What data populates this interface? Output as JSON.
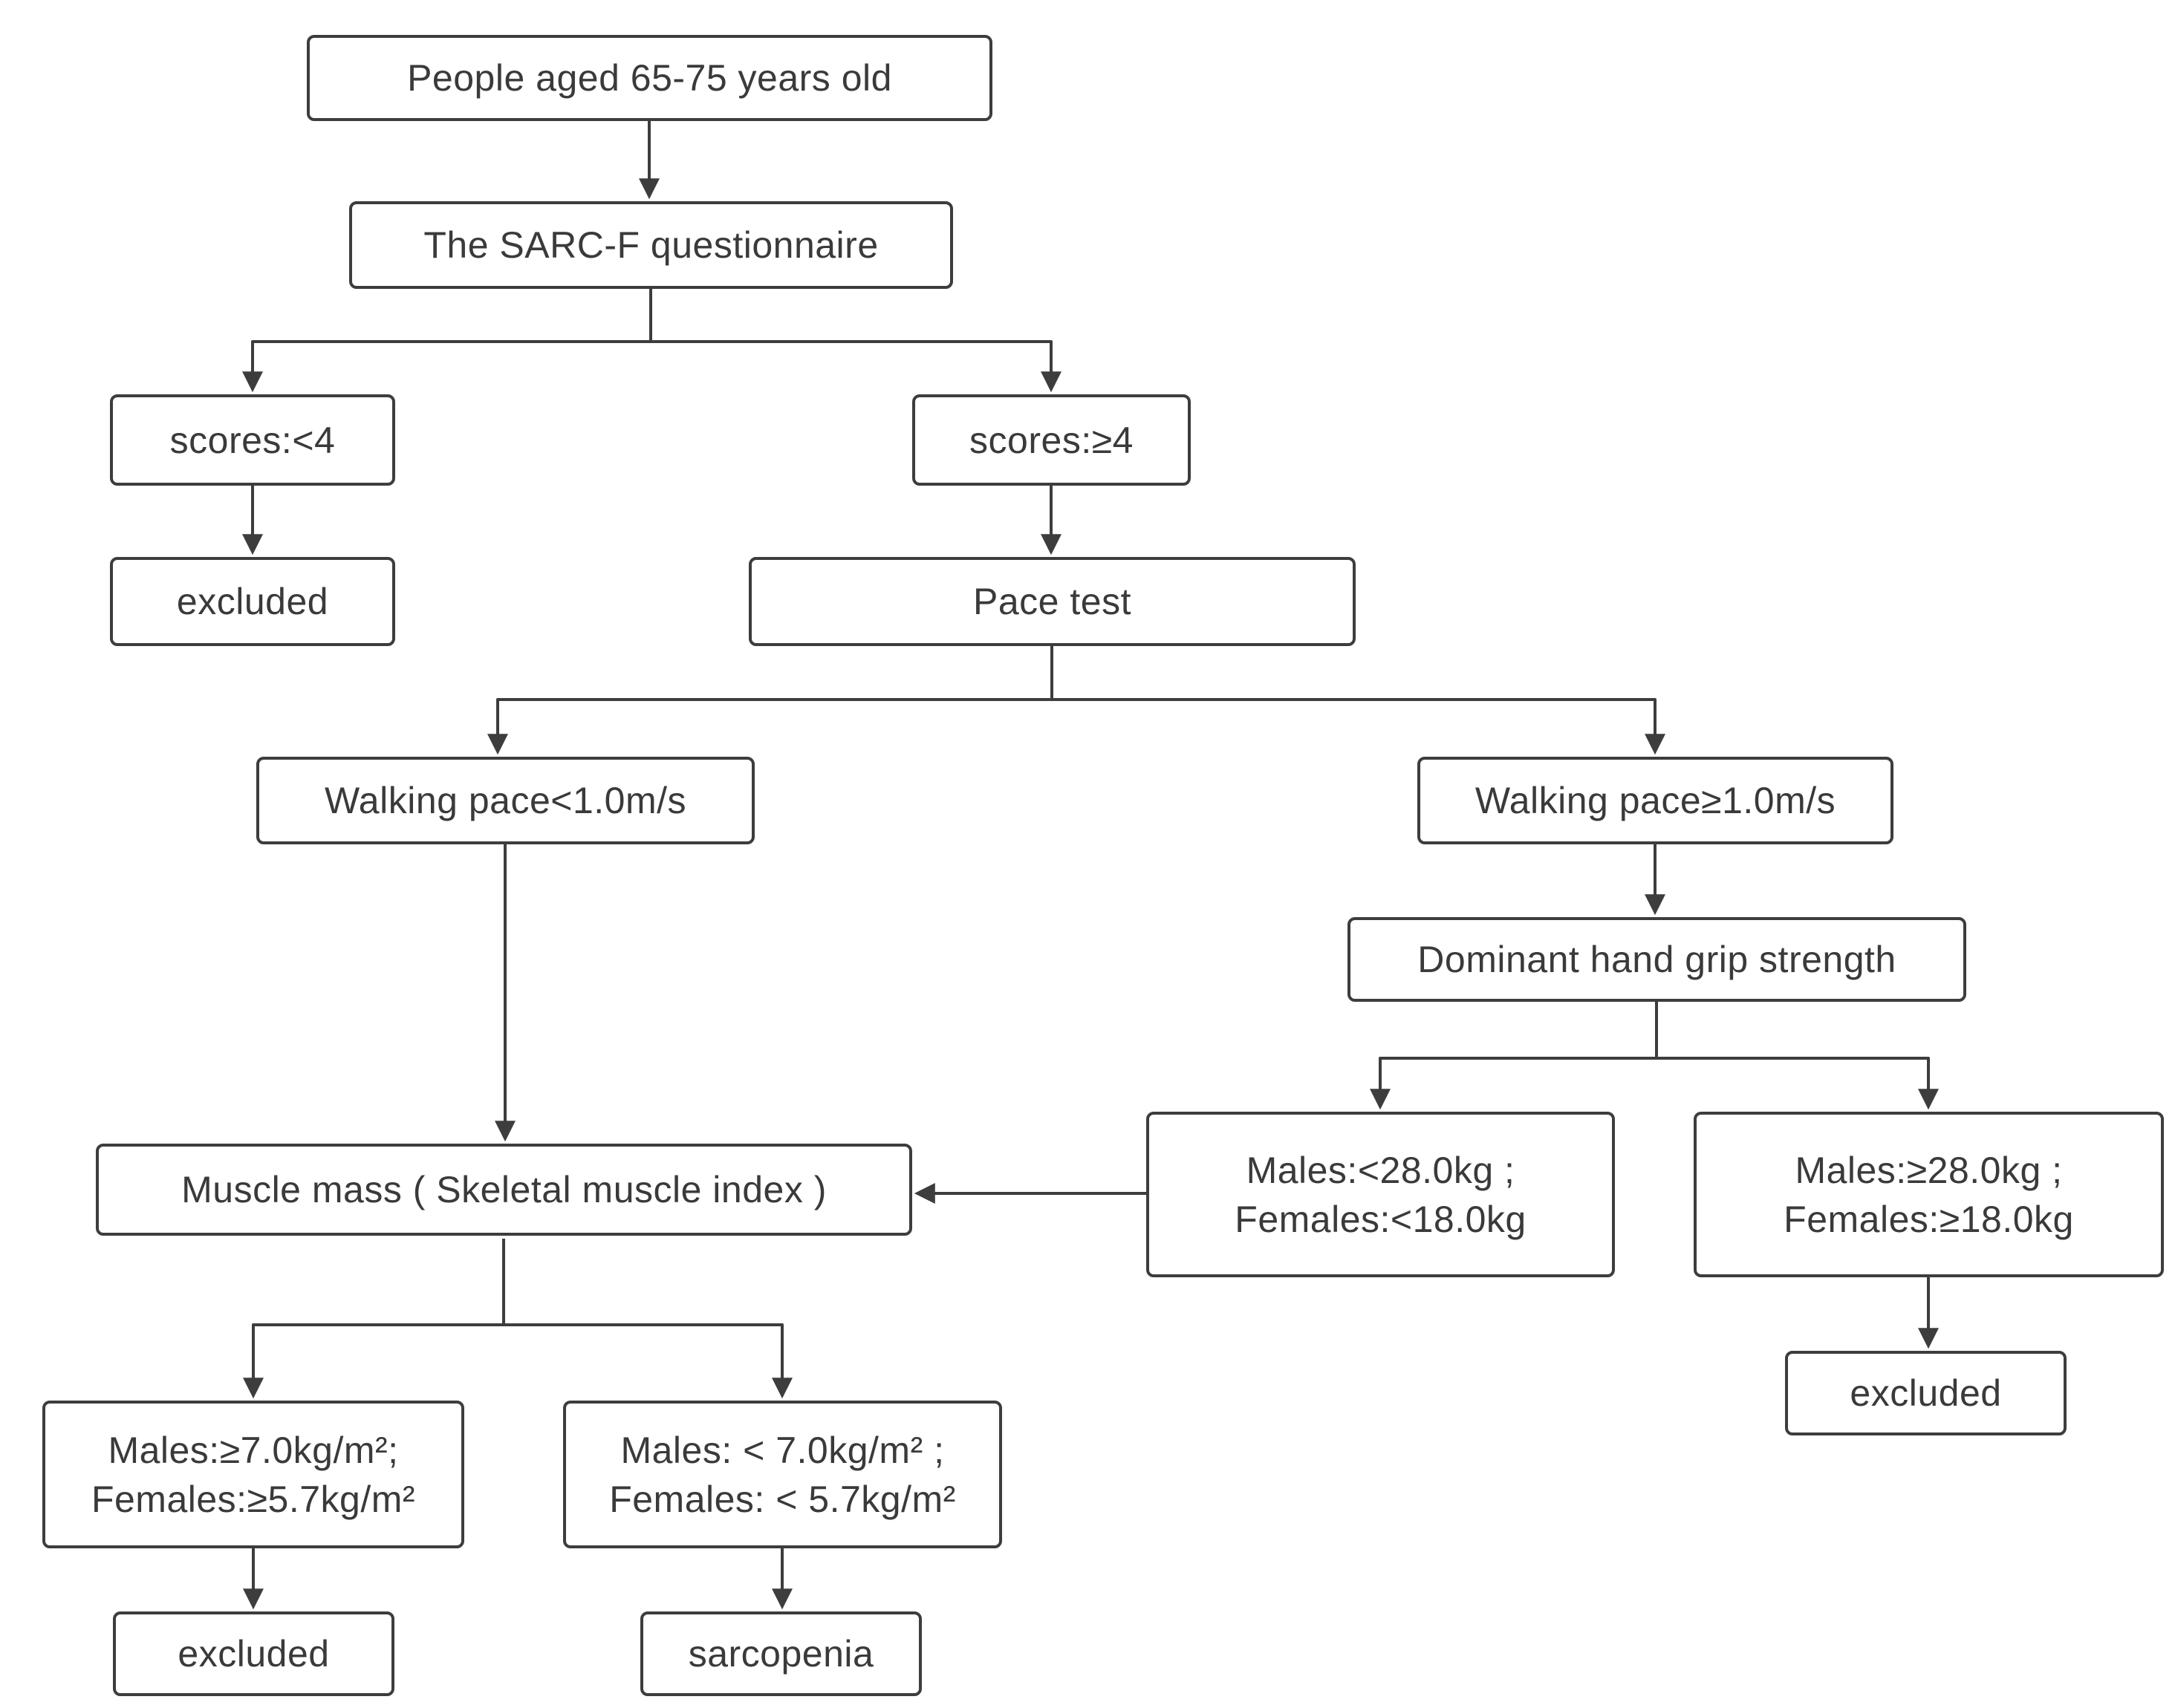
{
  "diagram": {
    "type": "flowchart",
    "topic": "Sarcopenia screening flow for people aged 65-75",
    "colors": {
      "line": "#3d3d3d",
      "box_border": "#3d3d3d",
      "box_background": "#ffffff",
      "text": "#3a3a3a",
      "page_background": "#ffffff"
    },
    "nodes": {
      "people": {
        "label": "People aged 65-75 years old"
      },
      "sarcf": {
        "label": "The SARC-F questionnaire"
      },
      "score_lt4": {
        "label": "scores:<4"
      },
      "score_ge4": {
        "label": "scores:≥4"
      },
      "excluded_score": {
        "label": "excluded"
      },
      "pace_test": {
        "label": "Pace test"
      },
      "pace_lt": {
        "label": "Walking pace<1.0m/s"
      },
      "pace_ge": {
        "label": "Walking pace≥1.0m/s"
      },
      "grip": {
        "label": "Dominant hand grip strength"
      },
      "grip_low": {
        "label": "Males:<28.0kg ;\nFemales:<18.0kg"
      },
      "grip_ok": {
        "label": "Males:≥28.0kg ;\nFemales:≥18.0kg"
      },
      "muscle_mass": {
        "label": "Muscle mass ( Skeletal muscle index )"
      },
      "excluded_grip": {
        "label": "excluded"
      },
      "smi_ok": {
        "label": "Males:≥7.0kg/m²;\nFemales:≥5.7kg/m²"
      },
      "smi_low": {
        "label": "Males: < 7.0kg/m² ;\nFemales: < 5.7kg/m²"
      },
      "excluded_smi": {
        "label": "excluded"
      },
      "sarcopenia": {
        "label": "sarcopenia"
      }
    },
    "edges": [
      {
        "from": "people",
        "to": "sarcf"
      },
      {
        "from": "sarcf",
        "to": "score_lt4"
      },
      {
        "from": "sarcf",
        "to": "score_ge4"
      },
      {
        "from": "score_lt4",
        "to": "excluded_score"
      },
      {
        "from": "score_ge4",
        "to": "pace_test"
      },
      {
        "from": "pace_test",
        "to": "pace_lt"
      },
      {
        "from": "pace_test",
        "to": "pace_ge"
      },
      {
        "from": "pace_lt",
        "to": "muscle_mass"
      },
      {
        "from": "pace_ge",
        "to": "grip"
      },
      {
        "from": "grip",
        "to": "grip_low"
      },
      {
        "from": "grip",
        "to": "grip_ok"
      },
      {
        "from": "grip_low",
        "to": "muscle_mass"
      },
      {
        "from": "grip_ok",
        "to": "excluded_grip"
      },
      {
        "from": "muscle_mass",
        "to": "smi_ok"
      },
      {
        "from": "muscle_mass",
        "to": "smi_low"
      },
      {
        "from": "smi_ok",
        "to": "excluded_smi"
      },
      {
        "from": "smi_low",
        "to": "sarcopenia"
      }
    ]
  }
}
